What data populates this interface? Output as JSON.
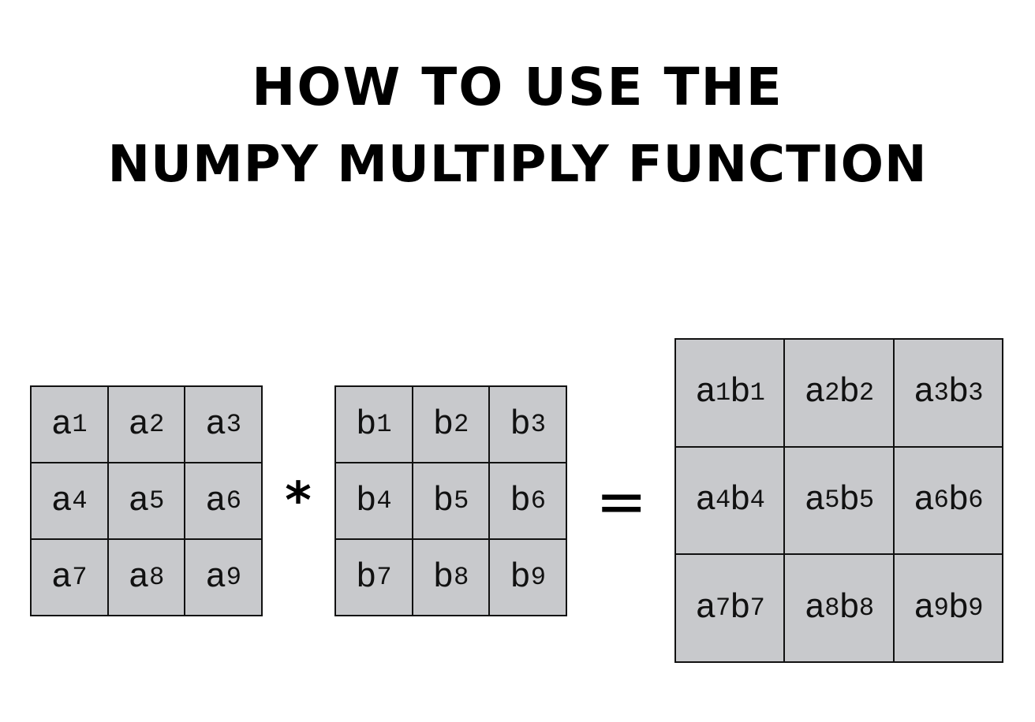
{
  "title": {
    "line1": "HOW TO USE THE",
    "line2": "NUMPY MULTIPLY FUNCTION"
  },
  "operators": {
    "multiply": "*",
    "equals": "="
  },
  "matrix_a": [
    {
      "base": "a",
      "sub": "1"
    },
    {
      "base": "a",
      "sub": "2"
    },
    {
      "base": "a",
      "sub": "3"
    },
    {
      "base": "a",
      "sub": "4"
    },
    {
      "base": "a",
      "sub": "5"
    },
    {
      "base": "a",
      "sub": "6"
    },
    {
      "base": "a",
      "sub": "7"
    },
    {
      "base": "a",
      "sub": "8"
    },
    {
      "base": "a",
      "sub": "9"
    }
  ],
  "matrix_b": [
    {
      "base": "b",
      "sub": "1"
    },
    {
      "base": "b",
      "sub": "2"
    },
    {
      "base": "b",
      "sub": "3"
    },
    {
      "base": "b",
      "sub": "4"
    },
    {
      "base": "b",
      "sub": "5"
    },
    {
      "base": "b",
      "sub": "6"
    },
    {
      "base": "b",
      "sub": "7"
    },
    {
      "base": "b",
      "sub": "8"
    },
    {
      "base": "b",
      "sub": "9"
    }
  ],
  "matrix_result": [
    {
      "a": "a",
      "a_sub": "1",
      "b": "b",
      "b_sub": "1"
    },
    {
      "a": "a",
      "a_sub": "2",
      "b": "b",
      "b_sub": "2"
    },
    {
      "a": "a",
      "a_sub": "3",
      "b": "b",
      "b_sub": "3"
    },
    {
      "a": "a",
      "a_sub": "4",
      "b": "b",
      "b_sub": "4"
    },
    {
      "a": "a",
      "a_sub": "5",
      "b": "b",
      "b_sub": "5"
    },
    {
      "a": "a",
      "a_sub": "6",
      "b": "b",
      "b_sub": "6"
    },
    {
      "a": "a",
      "a_sub": "7",
      "b": "b",
      "b_sub": "7"
    },
    {
      "a": "a",
      "a_sub": "8",
      "b": "b",
      "b_sub": "8"
    },
    {
      "a": "a",
      "a_sub": "9",
      "b": "b",
      "b_sub": "9"
    }
  ],
  "colors": {
    "cell_fill": "#c8c9cc",
    "border": "#111111",
    "text": "#000000",
    "background": "#ffffff"
  }
}
